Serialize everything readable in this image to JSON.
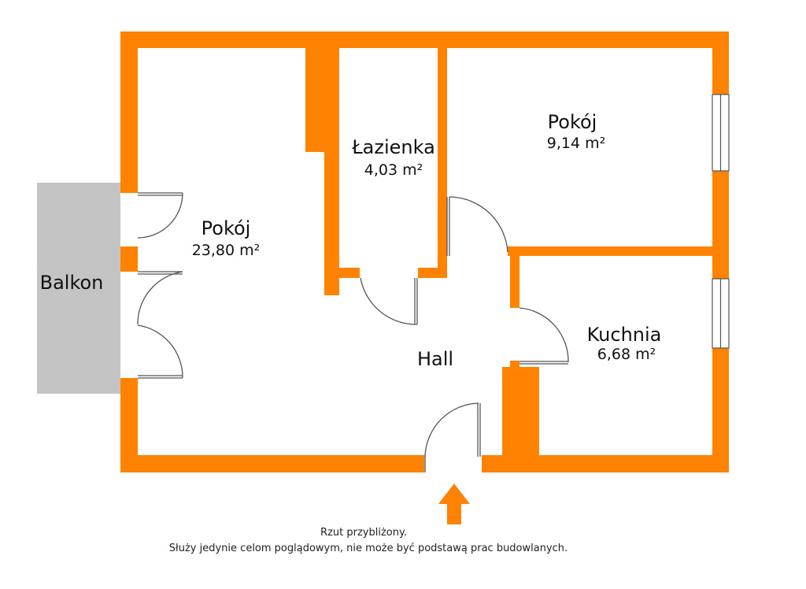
{
  "colors": {
    "wall": "#FF8200",
    "balcony": "#C4C4C4",
    "background": "#FFFFFF",
    "door_line": "#555555",
    "arrow": "#FF8200"
  },
  "rooms": {
    "living_room": {
      "name": "Pokój",
      "area": "23,80 m²"
    },
    "bathroom": {
      "name": "Łazienka",
      "area": "4,03 m²"
    },
    "bedroom": {
      "name": "Pokój",
      "area": "9,14 m²"
    },
    "kitchen": {
      "name": "Kuchnia",
      "area": "6,68 m²"
    },
    "hall": {
      "name": "Hall"
    },
    "balcony": {
      "name": "Balkon"
    }
  },
  "entrance_arrow": "arrow-up-icon",
  "footer": {
    "line1": "Rzut przybliżony.",
    "line2": "Służy jedynie celom poglądowym, nie może być podstawą prac budowlanych."
  }
}
